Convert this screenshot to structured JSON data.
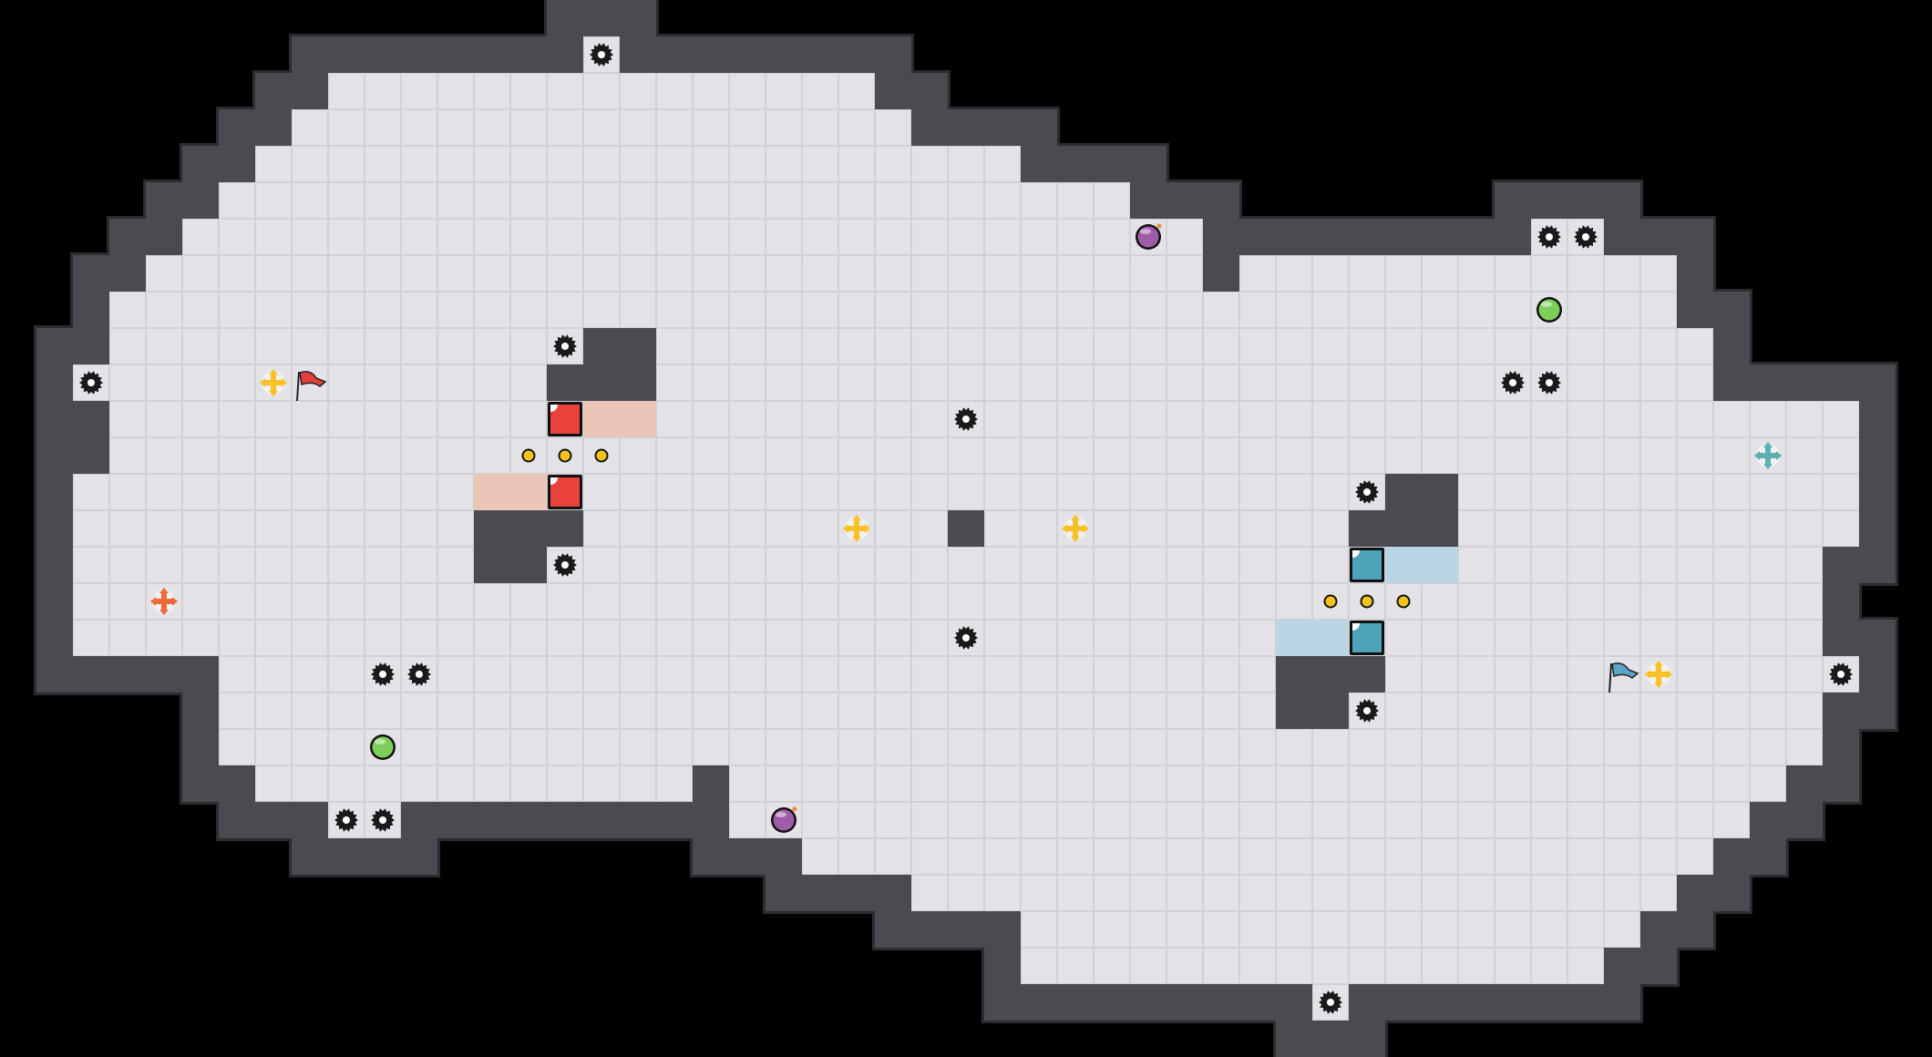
{
  "game": {
    "view": "level-map",
    "colors": {
      "background": "#000000",
      "floor": "#e3e3e7",
      "floor_line": "#d0d0d5",
      "wall": "#4a4a50",
      "wall_edge": "#2c2c30",
      "red_block": "#e8423a",
      "red_trail": "#e9c6b8",
      "teal_block": "#4fa3b8",
      "teal_trail": "#bcd5e4",
      "coin": "#f6c21c",
      "gear": "#1a1a1a",
      "cross_yellow": "#f7c12a",
      "cross_orange": "#ee6a3a",
      "cross_teal": "#5fb0b0",
      "potion": "#a05ca8",
      "orb": "#7ccf5a",
      "flag_red": "#e2403a",
      "flag_teal": "#5aa6c8"
    },
    "legend": {
      "gear": "saw-gear-hazard",
      "coin": "coin",
      "block": "pushable-block",
      "cross": "spawn-marker",
      "flag": "checkpoint-flag",
      "potion": "bomb-potion",
      "orb": "green-orb"
    }
  }
}
